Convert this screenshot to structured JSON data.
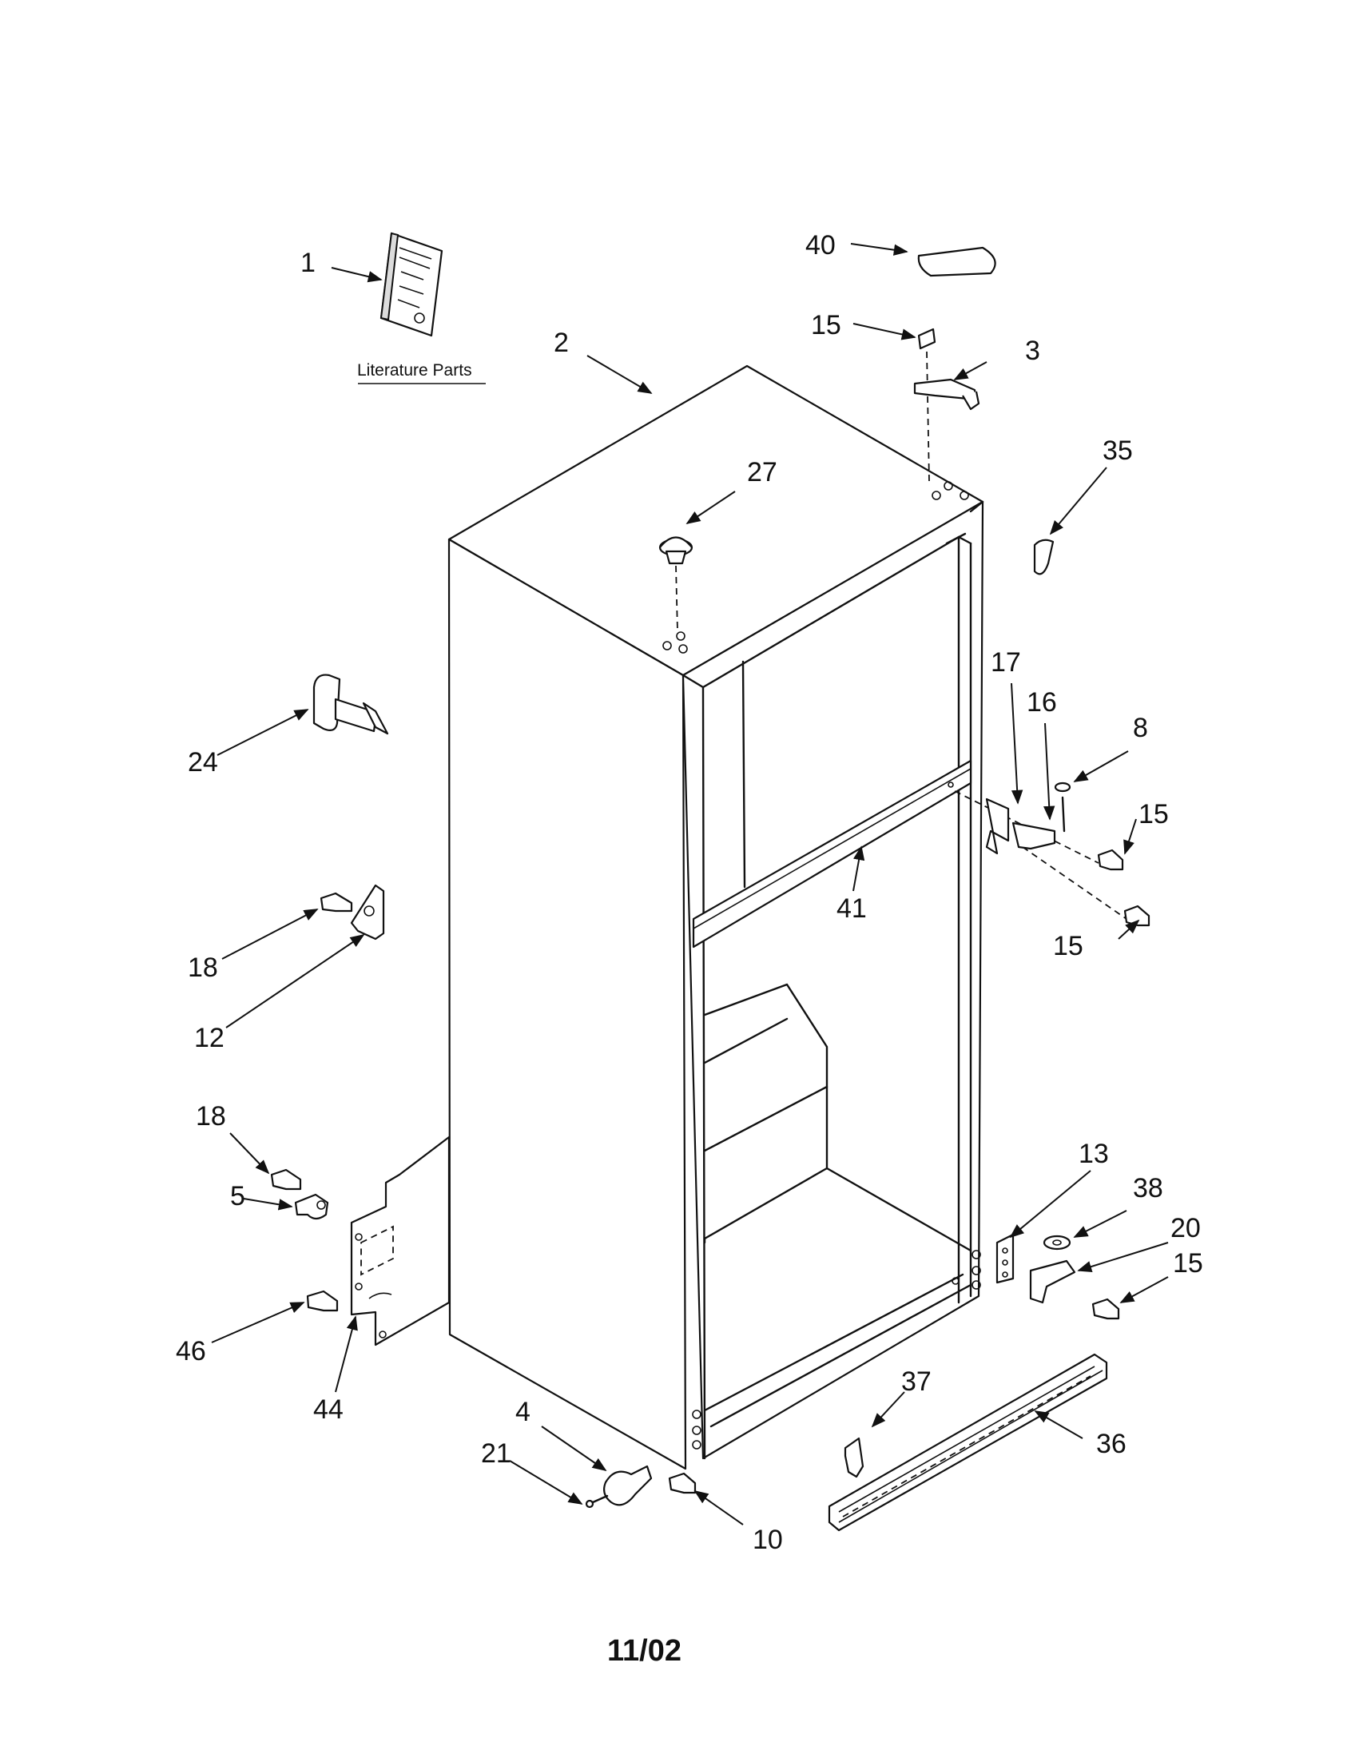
{
  "literature_caption": "Literature Parts",
  "date_code": "11/02",
  "callouts": {
    "c1": "1",
    "c2": "2",
    "c3": "3",
    "c4": "4",
    "c5": "5",
    "c8": "8",
    "c10": "10",
    "c12": "12",
    "c13": "13",
    "c15a": "15",
    "c15b": "15",
    "c15c": "15",
    "c15d": "15",
    "c16": "16",
    "c17": "17",
    "c18a": "18",
    "c18b": "18",
    "c20": "20",
    "c21": "21",
    "c24": "24",
    "c27": "27",
    "c35": "35",
    "c36": "36",
    "c37": "37",
    "c38": "38",
    "c40": "40",
    "c41": "41",
    "c44": "44",
    "c46": "46"
  }
}
